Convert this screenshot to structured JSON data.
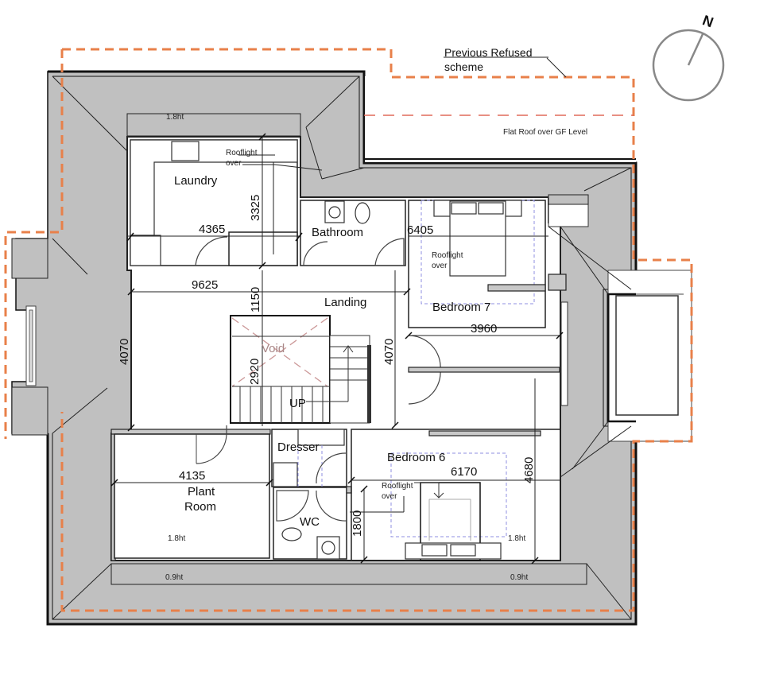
{
  "annotations": {
    "previous_refused_line1": "Previous Refused",
    "previous_refused_line2": "scheme",
    "flat_roof": "Flat Roof over GF Level",
    "north": "N",
    "void": "Void",
    "up": "UP"
  },
  "rooms": {
    "laundry": "Laundry",
    "bathroom": "Bathroom",
    "landing": "Landing",
    "bedroom7": "Bedroom 7",
    "bedroom6": "Bedroom 6",
    "dresser": "Dresser",
    "plant_room_line1": "Plant",
    "plant_room_line2": "Room",
    "wc": "WC"
  },
  "dimensions": {
    "laundry_width": "4365",
    "laundry_depth": "3325",
    "bedroom7_length": "6405",
    "landing_width": "9625",
    "landing_gap": "1150",
    "left_depth": "4070",
    "right_depth": "4070",
    "stair_depth": "2920",
    "bedroom7_width": "3960",
    "plant_room_width": "4135",
    "bedroom6_width": "6170",
    "bedroom6_depth": "4680",
    "wc_depth": "1800"
  },
  "notes": {
    "rooflight_laundry_1": "Rooflight",
    "rooflight_laundry_2": "over",
    "rooflight_bed7_1": "Rooflight",
    "rooflight_bed7_2": "over",
    "rooflight_bed6_1": "Rooflight",
    "rooflight_bed6_2": "over",
    "ht_top": "1.8ht",
    "ht_plant": "1.8ht",
    "ht_bed6": "1.8ht",
    "ht_bottom_left": "0.9ht",
    "ht_bottom_right": "0.9ht"
  },
  "colors": {
    "refused_scheme": "#e8804a",
    "flat_roof_line": "#e06a5a",
    "roof_fill": "#c0c0c0",
    "furniture_dash": "#8f8fe0"
  }
}
